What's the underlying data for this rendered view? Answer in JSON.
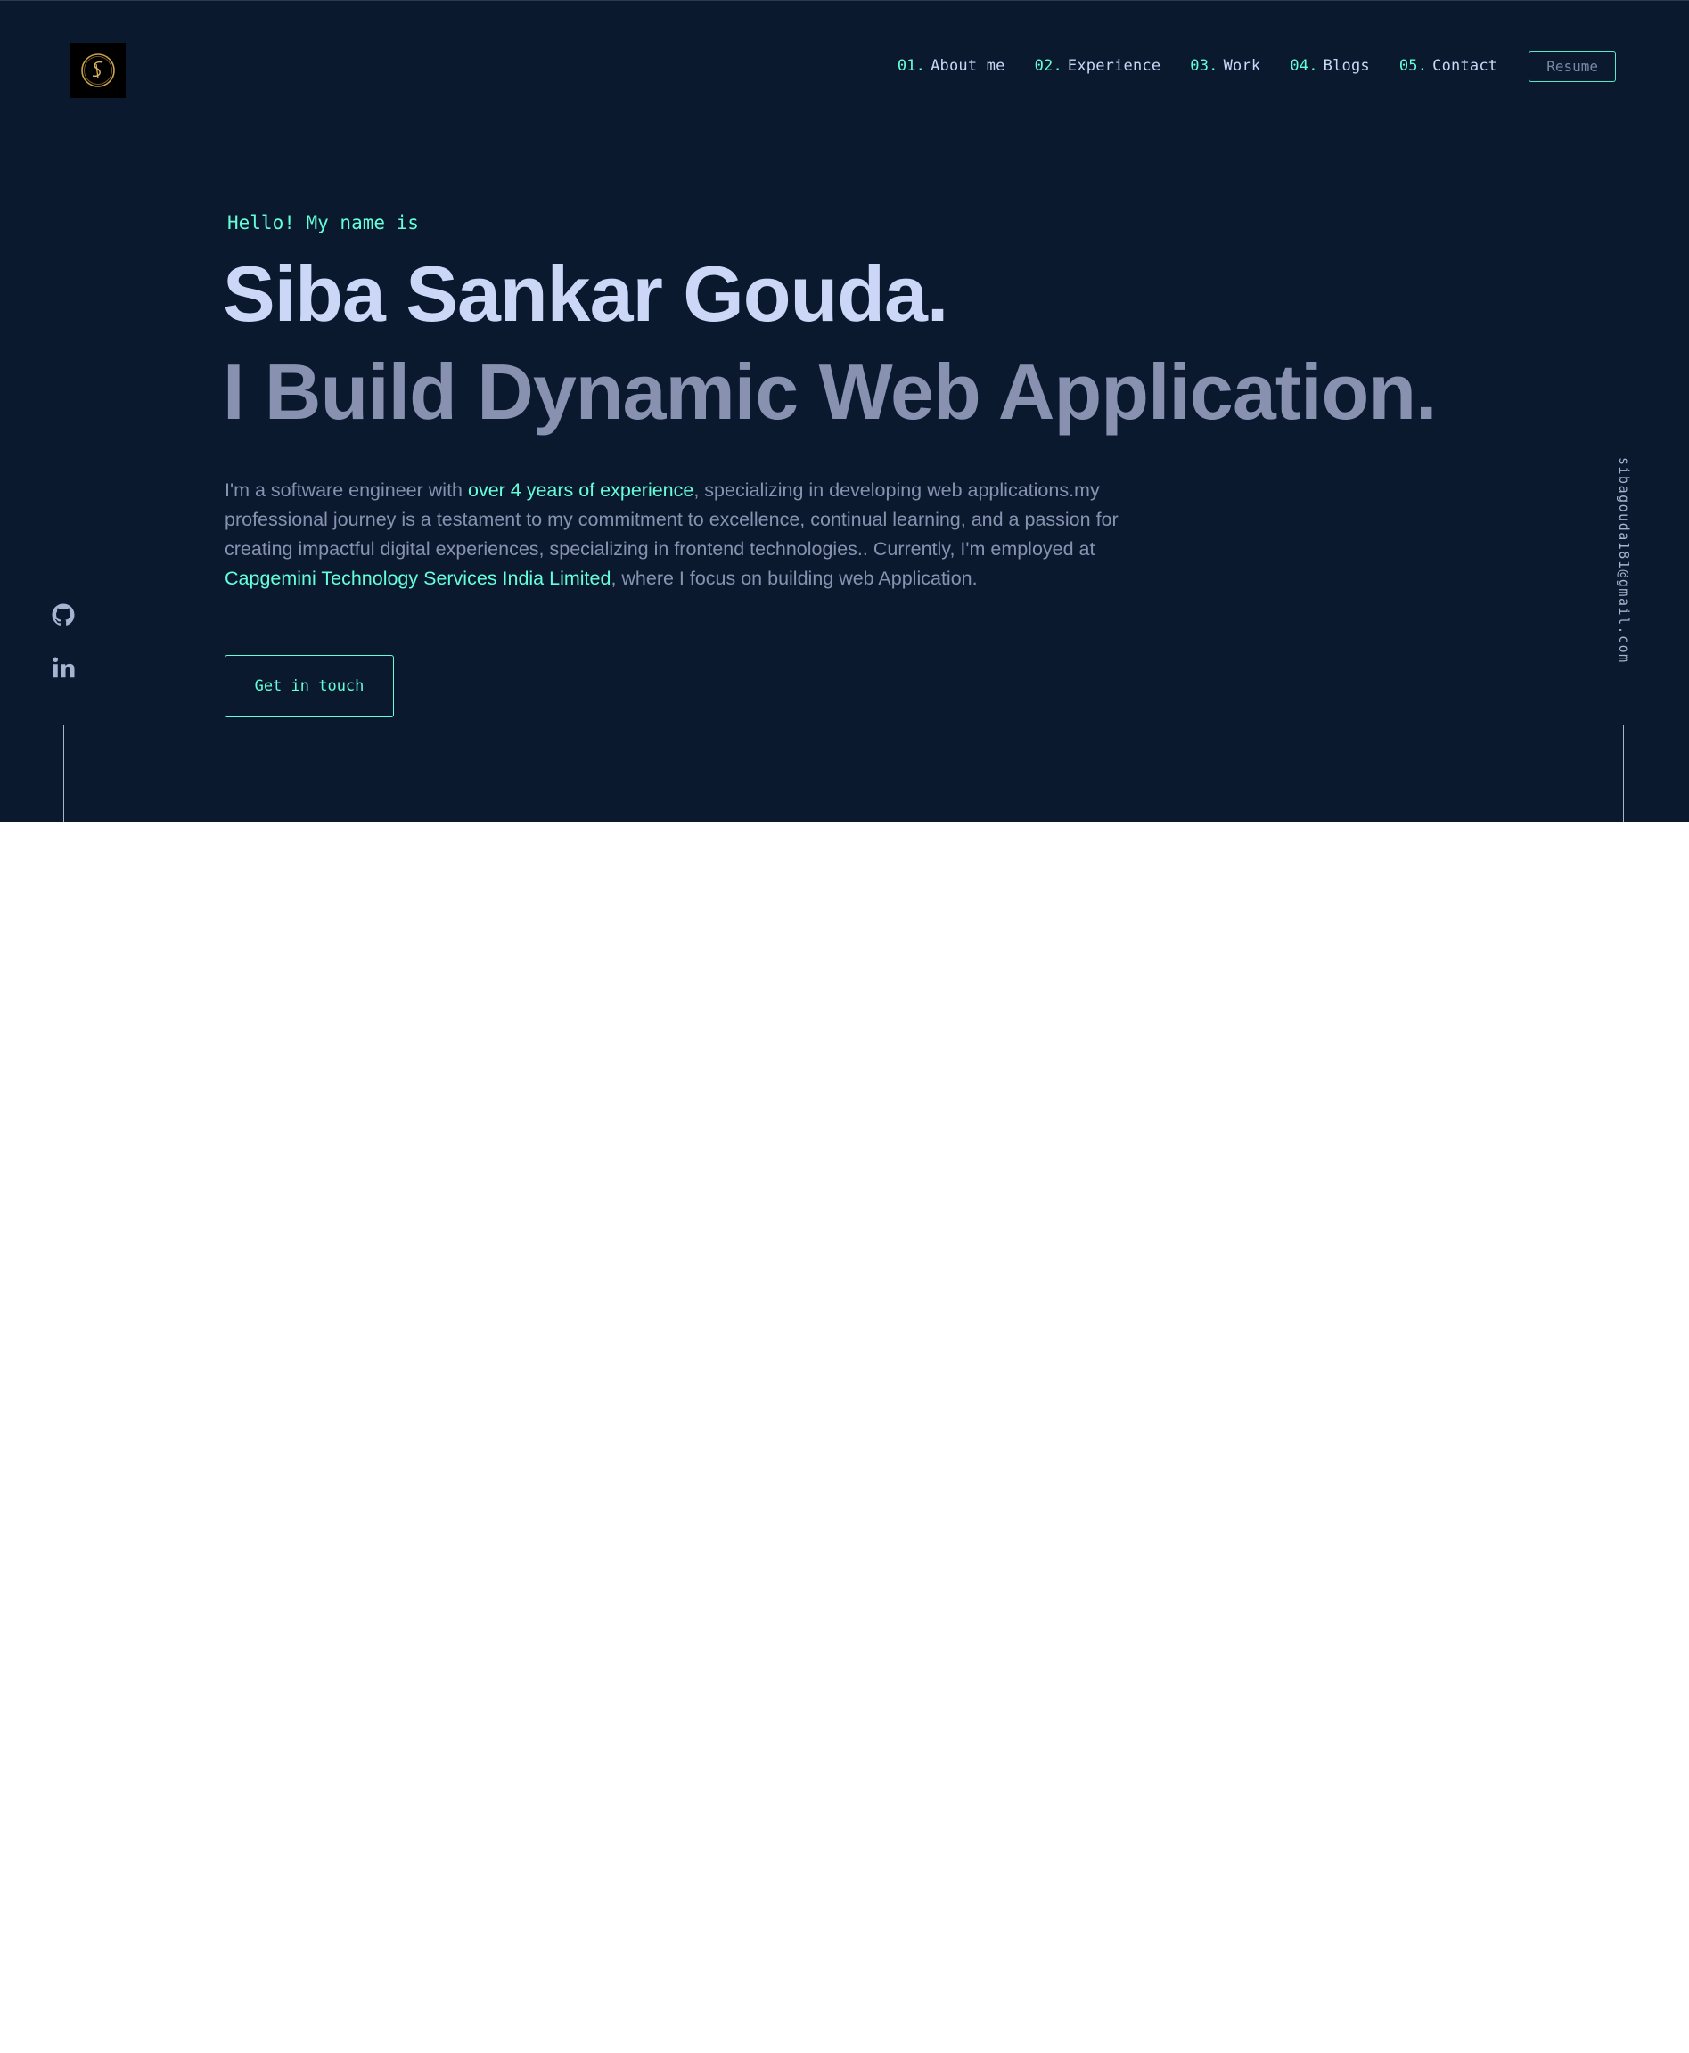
{
  "colors": {
    "background": "#0b192f",
    "accent": "#64ffda",
    "heading": "#ccd6f6",
    "muted": "#8892b0"
  },
  "header": {
    "logo_icon": "signature-logo-icon",
    "nav": [
      {
        "num": "01.",
        "label": "About me"
      },
      {
        "num": "02.",
        "label": "Experience"
      },
      {
        "num": "03.",
        "label": "Work"
      },
      {
        "num": "04.",
        "label": "Blogs"
      },
      {
        "num": "05.",
        "label": "Contact"
      }
    ],
    "resume_label": "Resume"
  },
  "hero": {
    "intro": "Hello! My name is",
    "name": "Siba Sankar Gouda.",
    "tagline": "I Build Dynamic Web Application.",
    "bio": {
      "part1": "I'm a software engineer with ",
      "highlight1": "over 4 years of experience",
      "part2": ", specializing in developing web applications.my professional journey is a testament to my commitment to excellence, continual learning, and a passion for creating impactful digital experiences, specializing in frontend technologies.. Currently, I'm employed at ",
      "highlight2": "Capgemini Technology Services India Limited",
      "part3": ", where I focus on building web Application."
    },
    "cta_label": "Get in touch"
  },
  "side": {
    "social_icons": [
      "github-icon",
      "linkedin-icon"
    ],
    "email": "sibagouda181@gmail.com"
  }
}
